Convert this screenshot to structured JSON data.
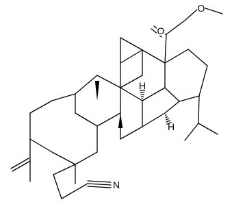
{
  "molecule": {
    "atoms": {
      "carbonyl_oxygen": "O",
      "ester_oxygen": "O",
      "nitrile_nitrogen": "N",
      "stereo_h_1": "H",
      "stereo_h_2": "H"
    }
  },
  "colors": {
    "bond": "#000000",
    "background": "#ffffff"
  }
}
